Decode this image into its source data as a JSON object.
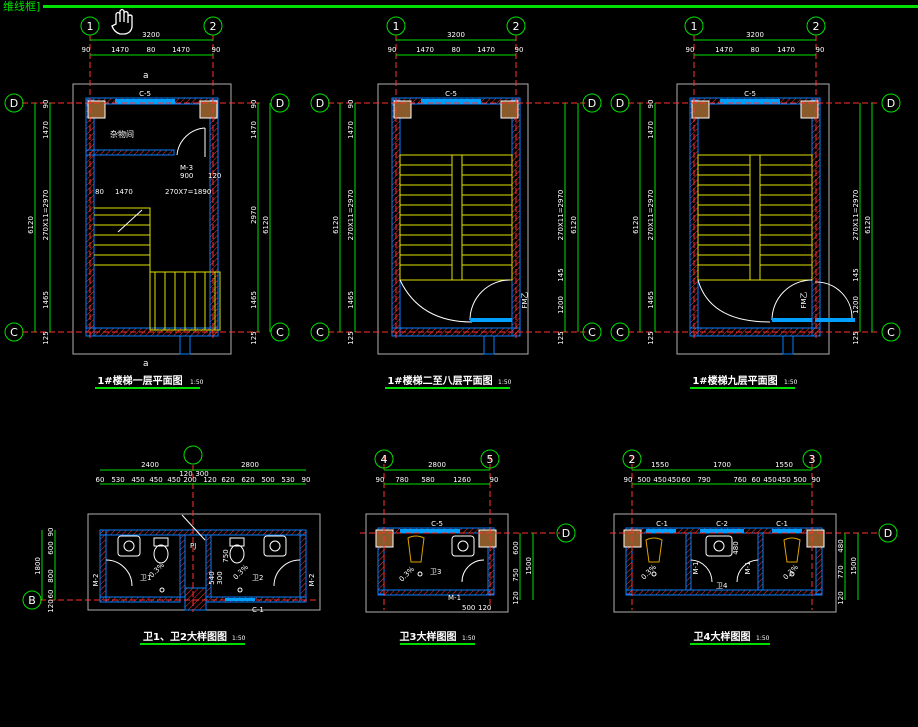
{
  "window": {
    "title_fragment": "维线框]"
  },
  "axis_labels": {
    "a1": "1",
    "a2": "2",
    "a4": "4",
    "a5": "5",
    "a3": "3",
    "ad": "D",
    "ac": "C",
    "ab": "B"
  },
  "plans": {
    "p1": {
      "title": "1#楼梯一层平面图",
      "scale": "1:50",
      "top_total": "3200",
      "top_parts": [
        "90",
        "1470",
        "80",
        "1470",
        "90"
      ],
      "window_label": "C-5",
      "room_label": "杂物间",
      "door_label": "M-3",
      "door_dims": [
        "900",
        "120"
      ],
      "stair_dims": [
        "80",
        "1470",
        "270X7=1890"
      ],
      "left_total": "6120",
      "left_parts": [
        "90",
        "1470",
        "270X11=2970",
        "1465",
        "125"
      ],
      "right_total": "6120",
      "right_parts": [
        "90",
        "1470",
        "2970",
        "1465",
        "125"
      ],
      "section_mark": "a"
    },
    "p2": {
      "title": "1#楼梯二至八层平面图",
      "scale": "1:50",
      "top_total": "3200",
      "top_parts": [
        "90",
        "1470",
        "80",
        "1470",
        "90"
      ],
      "window_label": "C-5",
      "door_label": "FM乙",
      "left_total": "6120",
      "left_parts": [
        "90",
        "1470",
        "270X11=2970",
        "1465",
        "125"
      ],
      "right_total": "6120",
      "right_parts": [
        "270X11=2970",
        "145",
        "1200",
        "125"
      ]
    },
    "p3": {
      "title": "1#楼梯九层平面图",
      "scale": "1:50",
      "top_total": "3200",
      "top_parts": [
        "90",
        "1470",
        "80",
        "1470",
        "90"
      ],
      "window_label": "C-5",
      "door_label": "FM乙",
      "left_total": "6120",
      "left_parts": [
        "90",
        "1470",
        "270X11=2970",
        "1465",
        "125"
      ],
      "right_total": "6120",
      "right_parts": [
        "270X11=2970",
        "145",
        "1200",
        "125"
      ]
    },
    "t1": {
      "title": "卫1、卫2大样图图",
      "scale": "1:50",
      "top_totals": [
        "2400",
        "120",
        "300",
        "2800"
      ],
      "top_parts": [
        "60",
        "530",
        "450",
        "450",
        "450",
        "200",
        "120",
        "620",
        "620",
        "500",
        "530",
        "90"
      ],
      "left_total": "1800",
      "left_parts": [
        "90",
        "600",
        "800",
        "60",
        "120"
      ],
      "room_labels": [
        "卫1",
        "卫2"
      ],
      "door_labels": [
        "M-2",
        "M-2"
      ],
      "window_labels": [
        "C-1"
      ],
      "misc_labels": [
        "0.3%",
        "0.3%",
        "540",
        "300",
        "750",
        "PJ"
      ]
    },
    "t3": {
      "title": "卫3大样图图",
      "scale": "1:50",
      "top_total": "2800",
      "top_parts": [
        "90",
        "780",
        "580",
        "1260",
        "90"
      ],
      "right_total": "1500",
      "right_parts": [
        "600",
        "750",
        "120"
      ],
      "window_label": "C-5",
      "room_label": "卫3",
      "door_label": "M-1",
      "bottom_dims": [
        "500",
        "120"
      ],
      "slope": "0.3%"
    },
    "t4": {
      "title": "卫4大样图图",
      "scale": "1:50",
      "top_total": "1550",
      "top_total_mid": "1700",
      "top_total_right": "1550",
      "top_parts": [
        "90",
        "500",
        "450",
        "450",
        "60",
        "790",
        "760",
        "60",
        "450",
        "450",
        "500",
        "90"
      ],
      "right_total": "1500",
      "right_parts": [
        "480",
        "770",
        "120"
      ],
      "window_labels": [
        "C-1",
        "C-2",
        "C-1"
      ],
      "room_label": "卫4",
      "door_labels": [
        "M-1",
        "M-1"
      ],
      "misc_labels": [
        "0.3%",
        "0.3%",
        "480"
      ]
    }
  }
}
